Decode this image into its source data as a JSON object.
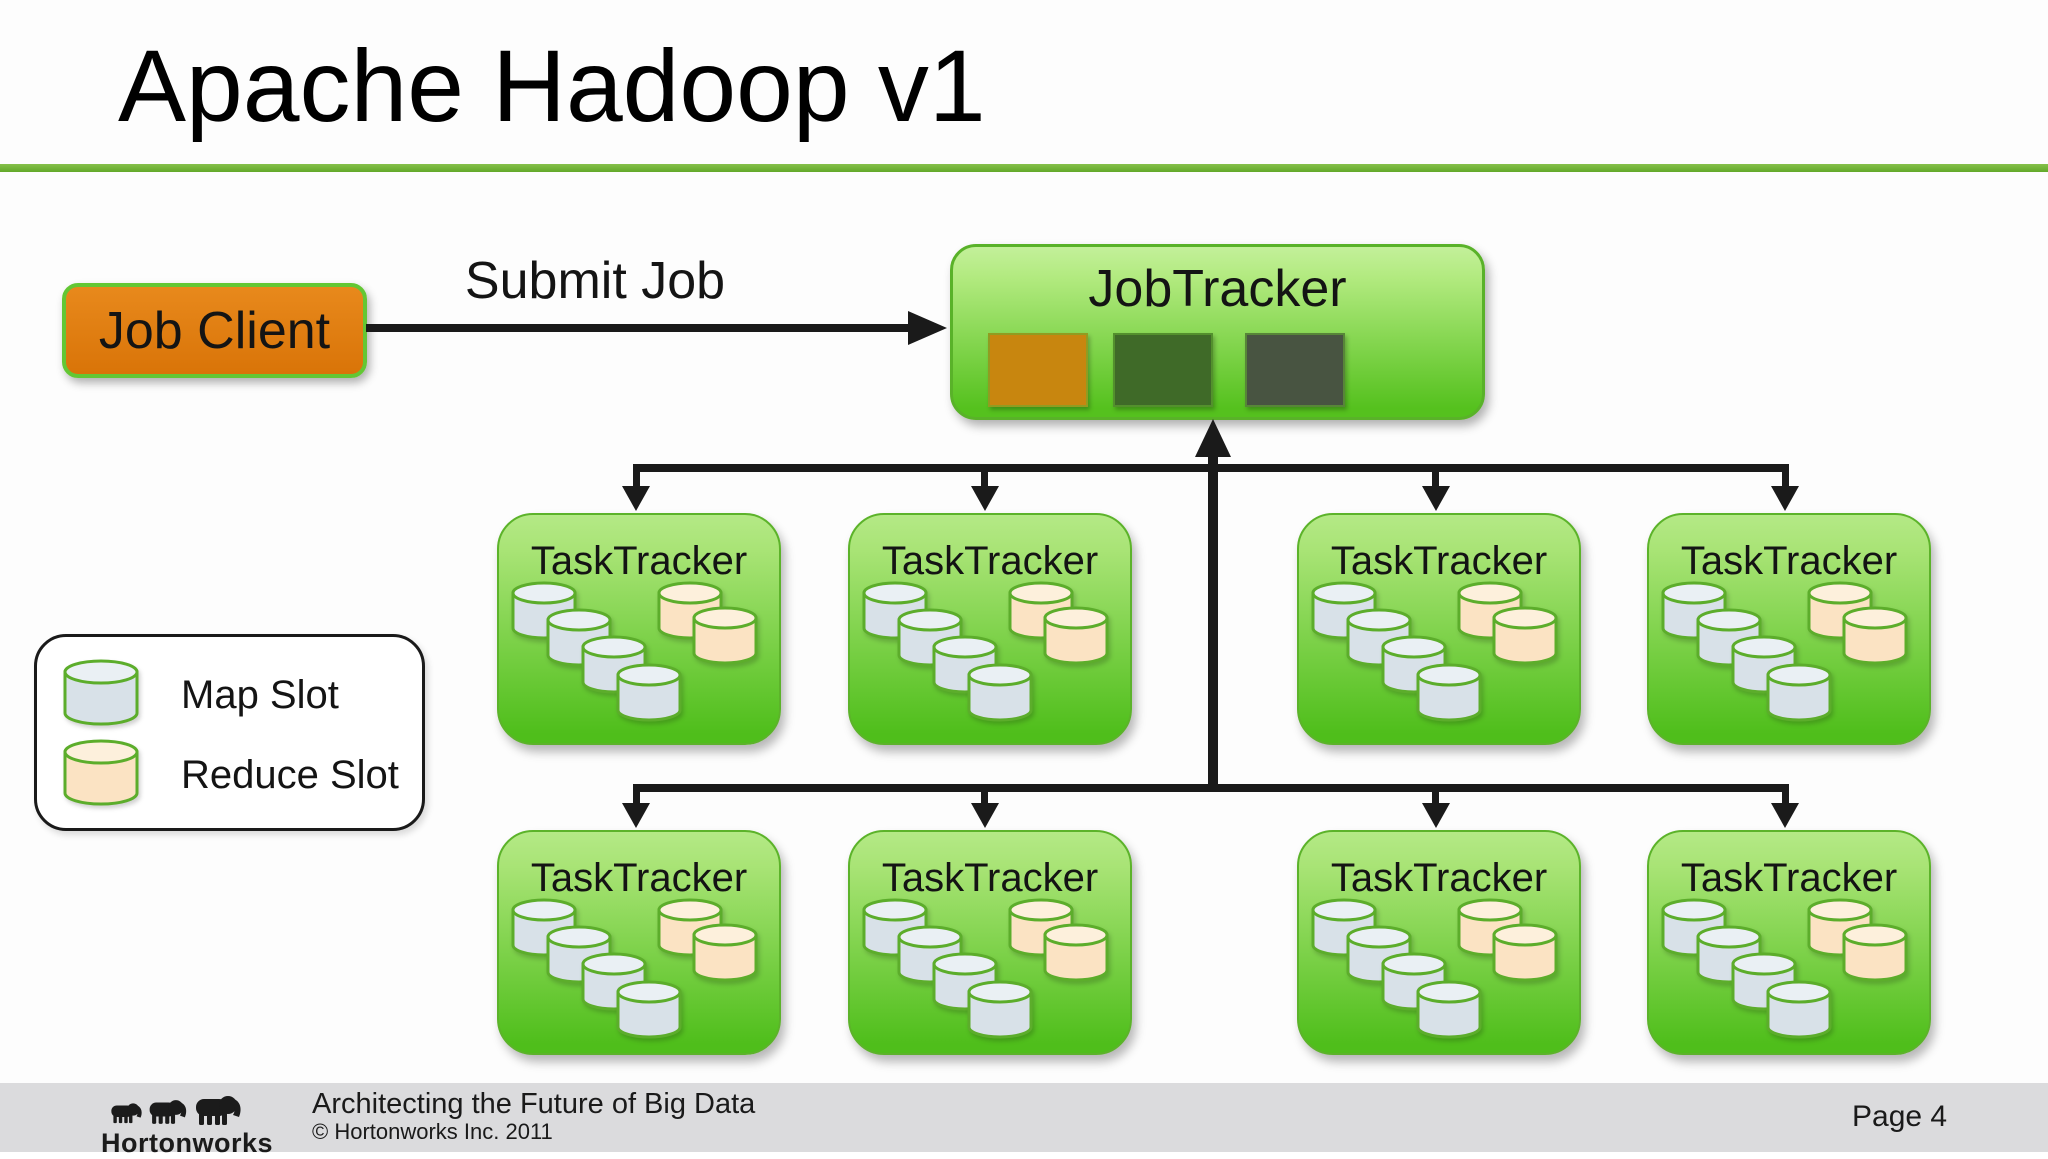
{
  "slide": {
    "title": "Apache Hadoop v1"
  },
  "diagram": {
    "job_client_label": "Job Client",
    "submit_job_label": "Submit Job",
    "job_tracker_label": "JobTracker",
    "task_tracker_label": "TaskTracker",
    "task_tracker_count": 8,
    "task_tracker": {
      "map_slots": 4,
      "reduce_slots": 2
    },
    "job_tracker_slot_colors": [
      "#c8860f",
      "#3f6a28",
      "#485441"
    ]
  },
  "legend": {
    "map_slot_label": "Map Slot",
    "reduce_slot_label": "Reduce Slot"
  },
  "footer": {
    "brand": "Hortonworks",
    "tagline": "Architecting the Future of Big Data",
    "copyright": "© Hortonworks Inc. 2011",
    "page_label": "Page 4"
  },
  "colors": {
    "accent_green": "#5bbb2b",
    "divider_green": "#74b62f",
    "box_green_top": "#b9ec8c",
    "box_green_bottom": "#54c11e",
    "job_client_orange": "#e17c10",
    "map_slot_fill": "#d8e1e8",
    "map_slot_top": "#eaf0f4",
    "reduce_slot_fill": "#fbe3c3",
    "reduce_slot_top": "#fdf0dc",
    "slot_stroke_green": "#5cad2b",
    "arrow_black": "#1a1a1a",
    "footer_bg": "#dbdbdd"
  }
}
